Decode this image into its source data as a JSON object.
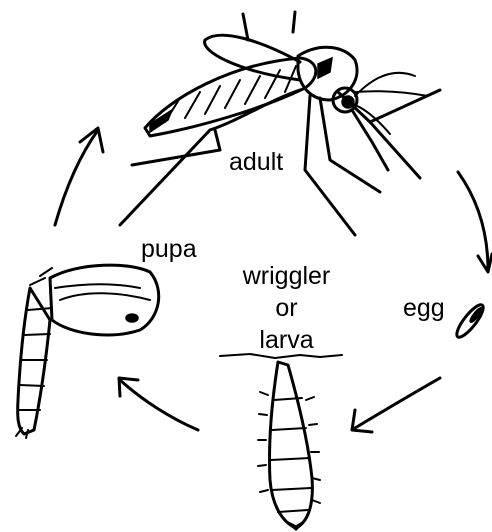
{
  "labels": {
    "adult": "adult",
    "pupa": "pupa",
    "larva_line1": "wriggler",
    "larva_line2": "or",
    "larva_line3": "larva",
    "egg": "egg"
  }
}
